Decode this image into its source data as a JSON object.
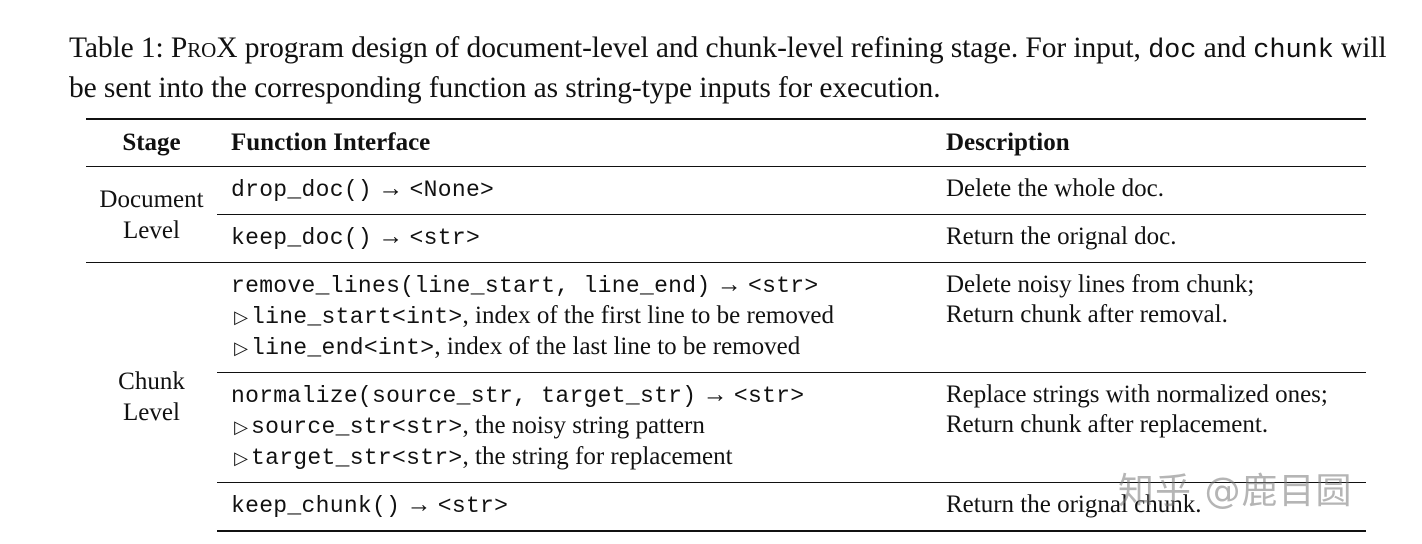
{
  "caption": {
    "label": "Table 1:",
    "prox_p": "P",
    "prox_ro": "RO",
    "prox_x": "X",
    "part1": " program design of document-level and chunk-level refining stage. For input, ",
    "code1": "doc",
    "part2": " and ",
    "code2": "chunk",
    "part3": " will be sent into the corresponding function as string-type inputs for execution."
  },
  "table": {
    "headers": {
      "stage": "Stage",
      "function": "Function Interface",
      "description": "Description"
    },
    "doc_stage": {
      "line1": "Document",
      "line2": "Level"
    },
    "chunk_stage": {
      "line1": "Chunk",
      "line2": "Level"
    },
    "rows": [
      {
        "fn": "drop_doc()",
        "arrow": "→",
        "ret": "<None>",
        "desc1": "Delete the whole doc."
      },
      {
        "fn": "keep_doc()",
        "arrow": "→",
        "ret": "<str>",
        "desc1": "Return the orignal doc."
      },
      {
        "fn": "remove_lines(line_start, line_end)",
        "arrow": "→",
        "ret": "<str>",
        "args": [
          {
            "marker": "▷",
            "name": "line_start<int>",
            "text": ", index of the first line to be removed"
          },
          {
            "marker": "▷",
            "name": "line_end<int>",
            "text": ", index of the last line to be removed"
          }
        ],
        "desc1": "Delete noisy lines from chunk;",
        "desc2": "Return chunk after removal."
      },
      {
        "fn": "normalize(source_str, target_str)",
        "arrow": "→",
        "ret": "<str>",
        "args": [
          {
            "marker": "▷",
            "name": "source_str<str>",
            "text": ", the noisy string pattern"
          },
          {
            "marker": "▷",
            "name": "target_str<str>",
            "text": ", the string for replacement"
          }
        ],
        "desc1": "Replace strings with normalized ones;",
        "desc2": "Return chunk after replacement."
      },
      {
        "fn": "keep_chunk()",
        "arrow": "→",
        "ret": "<str>",
        "desc1": "Return the orignal chunk."
      }
    ]
  },
  "watermark": "知乎 @鹿目圆"
}
